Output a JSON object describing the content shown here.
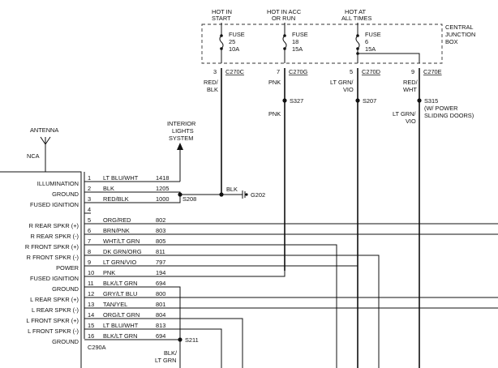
{
  "fuses": [
    {
      "hot_line1": "HOT IN",
      "hot_line2": "START",
      "fuse_label": "FUSE",
      "fuse_number": "25",
      "amperage": "10A",
      "pin": "3",
      "connector": "C270C",
      "wire_line1": "RED/",
      "wire_line2": "BLK"
    },
    {
      "hot_line1": "HOT IN ACC",
      "hot_line2": "OR RUN",
      "fuse_label": "FUSE",
      "fuse_number": "18",
      "amperage": "15A",
      "pin": "7",
      "connector": "C270G",
      "wire_line1": "PNK",
      "wire_line2": ""
    },
    {
      "hot_line1": "HOT AT",
      "hot_line2": "ALL TIMES",
      "fuse_label": "FUSE",
      "fuse_number": "6",
      "amperage": "15A",
      "pin": "5",
      "connector": "C270D",
      "wire_line1": "LT GRN/",
      "wire_line2": "VIO"
    },
    {
      "hot_line1": "",
      "hot_line2": "",
      "fuse_label": "",
      "fuse_number": "",
      "amperage": "",
      "pin": "9",
      "connector": "C270E",
      "wire_line1": "RED/",
      "wire_line2": "WHT"
    }
  ],
  "central_box": {
    "line1": "CENTRAL",
    "line2": "JUNCTION",
    "line3": "BOX"
  },
  "splices": {
    "s327": "S327",
    "s207": "S207",
    "s315": "S315",
    "s315_note1": "(W/ POWER",
    "s315_note2": "SLIDING DOORS)",
    "s208": "S208",
    "s211": "S211"
  },
  "wire_below_labels": {
    "pnk": "PNK",
    "ltgrn_vio_1": "LT GRN/",
    "ltgrn_vio_2": "VIO"
  },
  "interior_lights": {
    "line1": "INTERIOR",
    "line2": "LIGHTS",
    "line3": "SYSTEM"
  },
  "antenna": {
    "label": "ANTENNA",
    "nca": "NCA"
  },
  "ground_g202": {
    "wire": "BLK",
    "name": "G202"
  },
  "radio_connector": "C290A",
  "bottom_wire": {
    "line1": "BLK/",
    "line2": "LT GRN"
  },
  "pins": [
    {
      "func": "ILLUMINATION",
      "num": "1",
      "color": "LT BLU/WHT",
      "circuit": "1418"
    },
    {
      "func": "GROUND",
      "num": "2",
      "color": "BLK",
      "circuit": "1205"
    },
    {
      "func": "FUSED IGNITION",
      "num": "3",
      "color": "RED/BLK",
      "circuit": "1000"
    },
    {
      "func": "",
      "num": "4",
      "color": "",
      "circuit": ""
    },
    {
      "func": "R REAR SPKR (+)",
      "num": "5",
      "color": "ORG/RED",
      "circuit": "802"
    },
    {
      "func": "R REAR SPKR (-)",
      "num": "6",
      "color": "BRN/PNK",
      "circuit": "803"
    },
    {
      "func": "R FRONT SPKR (+)",
      "num": "7",
      "color": "WHT/LT GRN",
      "circuit": "805"
    },
    {
      "func": "R FRONT SPKR (-)",
      "num": "8",
      "color": "DK GRN/ORG",
      "circuit": "811"
    },
    {
      "func": "POWER",
      "num": "9",
      "color": "LT GRN/VIO",
      "circuit": "797"
    },
    {
      "func": "FUSED IGNITION",
      "num": "10",
      "color": "PNK",
      "circuit": "194"
    },
    {
      "func": "GROUND",
      "num": "11",
      "color": "BLK/LT GRN",
      "circuit": "694"
    },
    {
      "func": "L REAR SPKR (+)",
      "num": "12",
      "color": "GRY/LT BLU",
      "circuit": "800"
    },
    {
      "func": "L REAR SPKR (-)",
      "num": "13",
      "color": "TAN/YEL",
      "circuit": "801"
    },
    {
      "func": "L FRONT SPKR (+)",
      "num": "14",
      "color": "ORG/LT GRN",
      "circuit": "804"
    },
    {
      "func": "L FRONT SPKR (-)",
      "num": "15",
      "color": "LT BLU/WHT",
      "circuit": "813"
    },
    {
      "func": "GROUND",
      "num": "16",
      "color": "BLK/LT GRN",
      "circuit": "694"
    }
  ]
}
